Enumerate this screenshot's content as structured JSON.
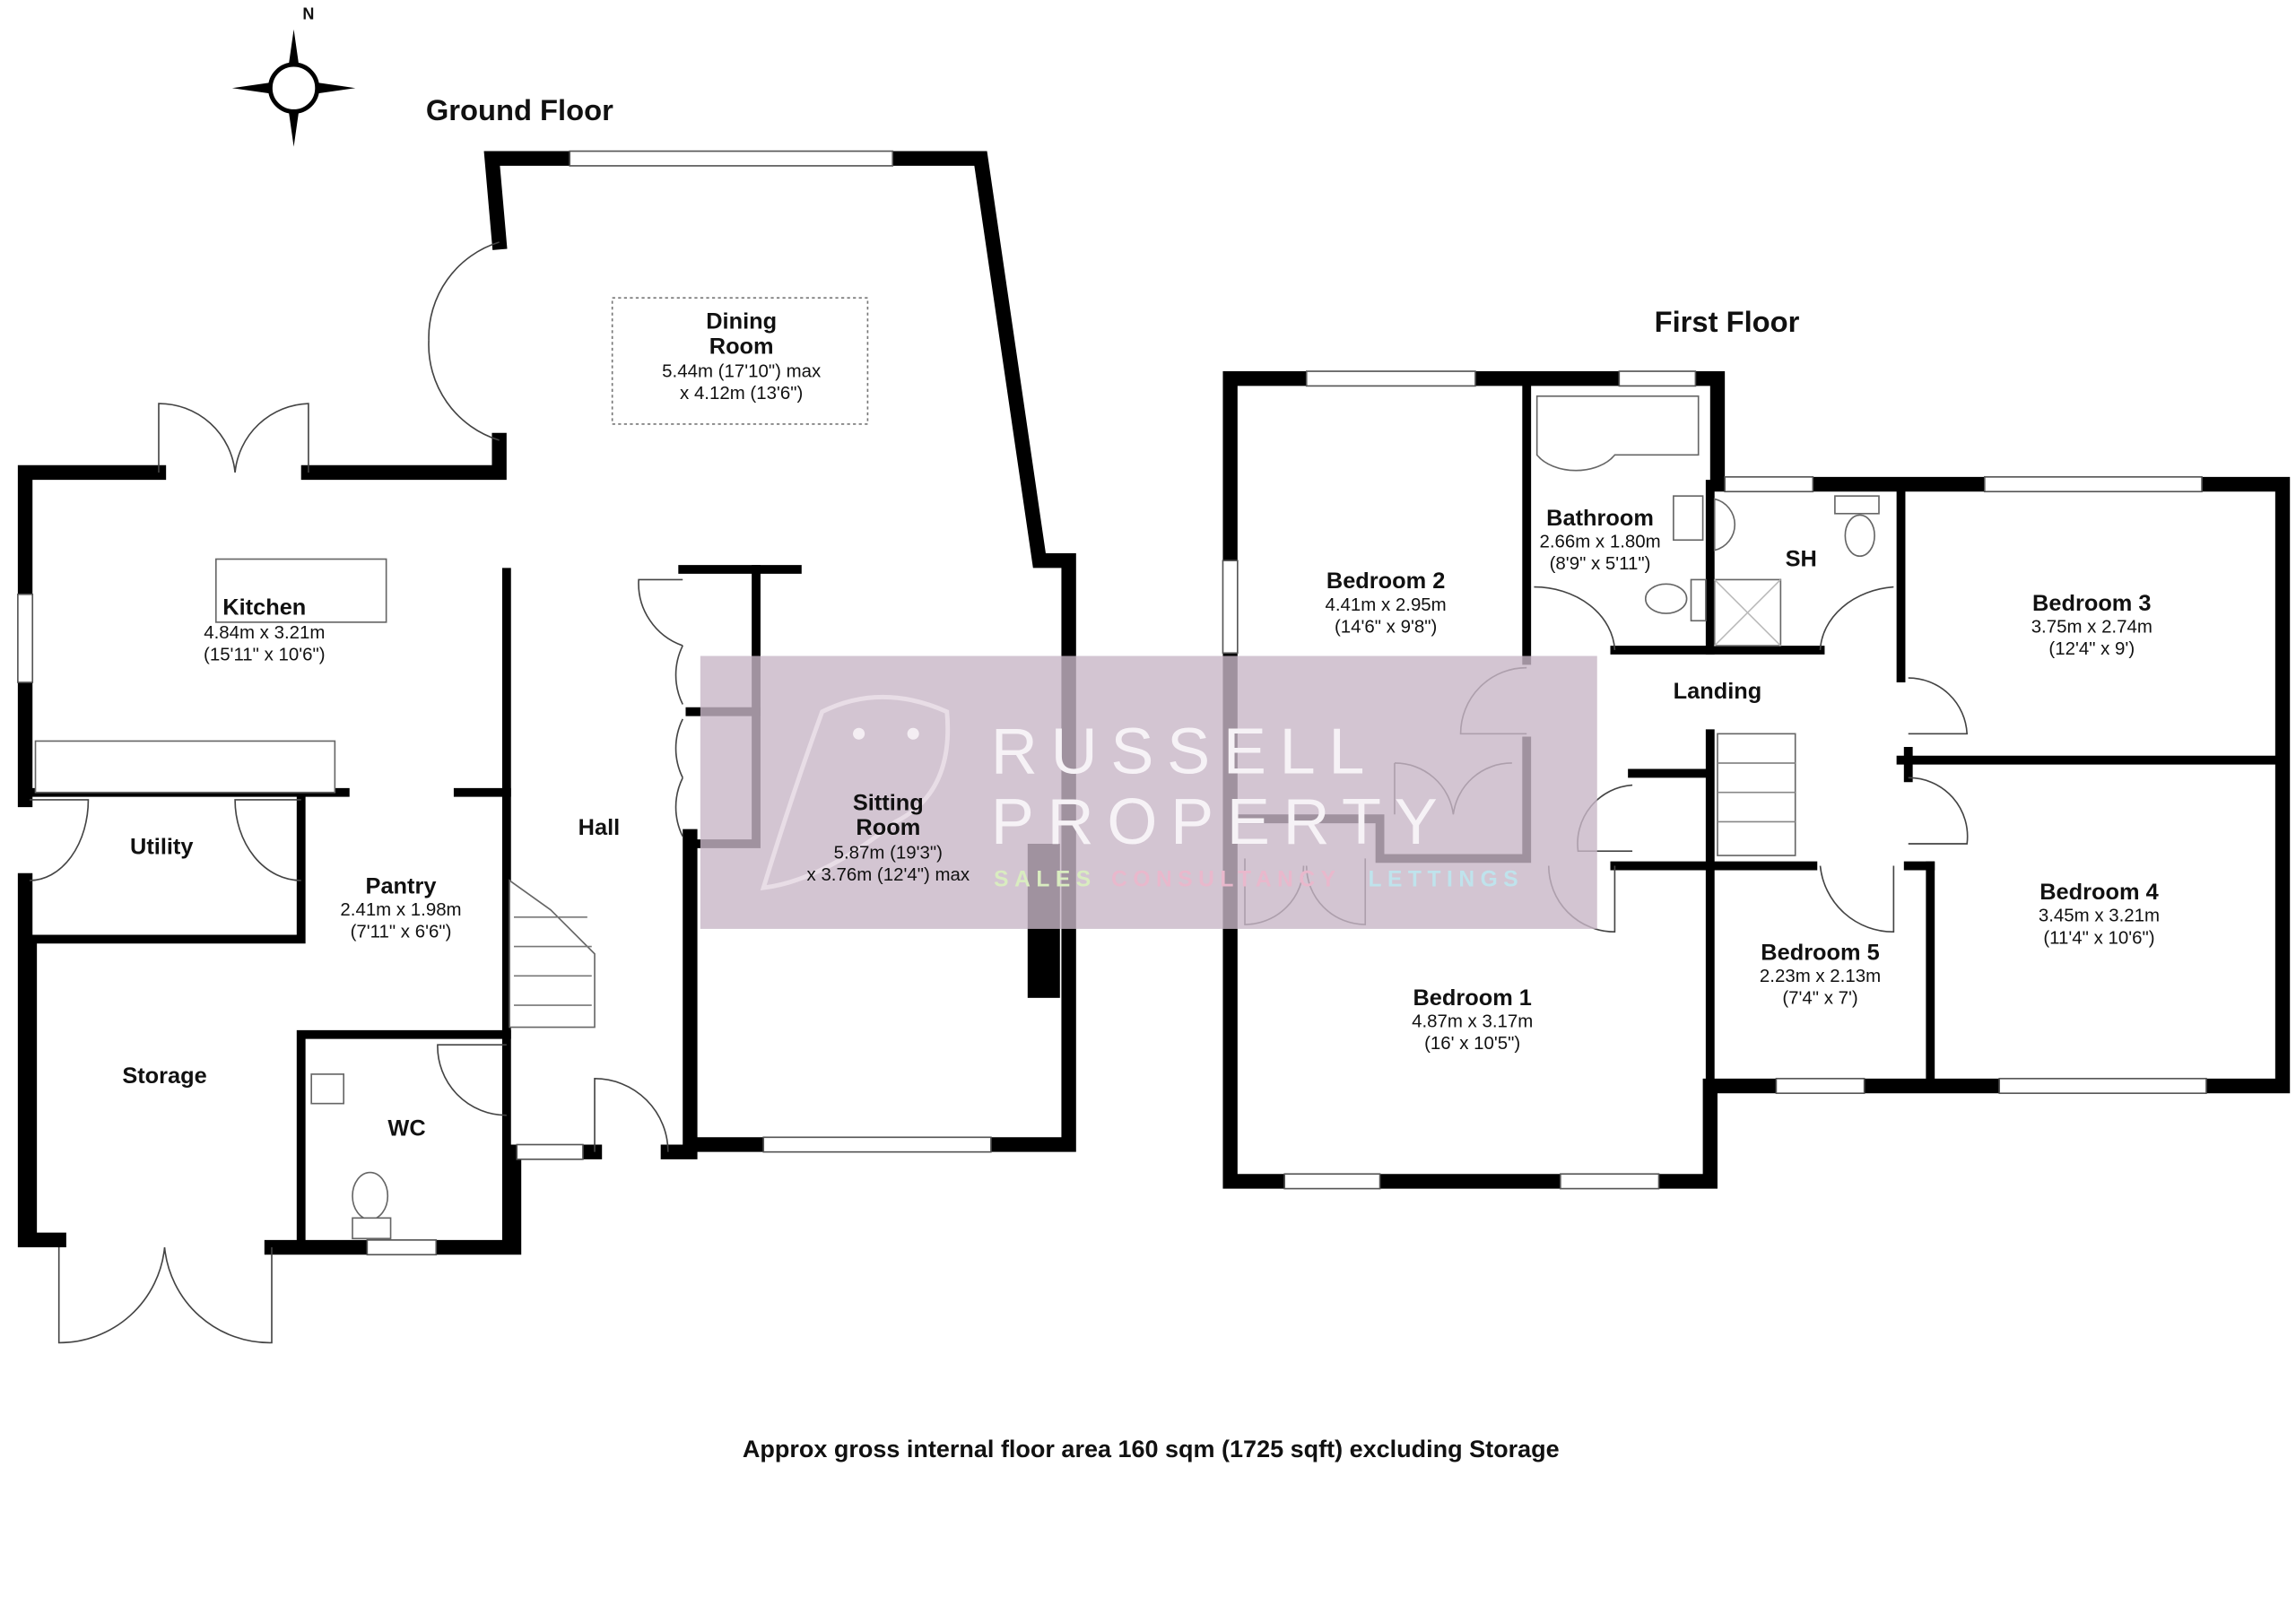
{
  "compass": {
    "label": "N"
  },
  "ground_floor": {
    "title": "Ground Floor",
    "rooms": [
      {
        "name": "Dining",
        "name2": "Room",
        "dim1": "5.44m (17'10\") max",
        "dim2": "x 4.12m (13'6\")"
      },
      {
        "name": "Kitchen",
        "dim1": "4.84m x 3.21m",
        "dim2": "(15'11\" x 10'6\")"
      },
      {
        "name": "Utility"
      },
      {
        "name": "Pantry",
        "dim1": "2.41m x 1.98m",
        "dim2": "(7'11\" x 6'6\")"
      },
      {
        "name": "Storage"
      },
      {
        "name": "WC"
      },
      {
        "name": "Hall"
      },
      {
        "name": "Sitting",
        "name2": "Room",
        "dim1": "5.87m (19'3\")",
        "dim2": "x 3.76m (12'4\") max"
      }
    ]
  },
  "first_floor": {
    "title": "First Floor",
    "rooms": [
      {
        "name": "Bedroom 2",
        "dim1": "4.41m x 2.95m",
        "dim2": "(14'6\" x 9'8\")"
      },
      {
        "name": "Bathroom",
        "dim1": "2.66m x 1.80m",
        "dim2": "(8'9\" x 5'11\")"
      },
      {
        "name": "SH"
      },
      {
        "name": "Bedroom 3",
        "dim1": "3.75m x 2.74m",
        "dim2": "(12'4\" x 9')"
      },
      {
        "name": "Landing"
      },
      {
        "name": "Bedroom 1",
        "dim1": "4.87m x 3.17m",
        "dim2": "(16' x 10'5\")"
      },
      {
        "name": "Bedroom 5",
        "dim1": "2.23m x 2.13m",
        "dim2": "(7'4\" x 7')"
      },
      {
        "name": "Bedroom 4",
        "dim1": "3.45m x 3.21m",
        "dim2": "(11'4\" x 10'6\")"
      }
    ]
  },
  "watermark": {
    "line1": "RUSSELL",
    "line2": "PROPERTY",
    "tag1": "SALES",
    "tag2": "CONSULTANCY",
    "tag3": "LETTINGS",
    "box_color": "#c8b6c7"
  },
  "footer": {
    "text": "Approx gross internal floor area 160 sqm (1725 sqft) excluding Storage"
  }
}
